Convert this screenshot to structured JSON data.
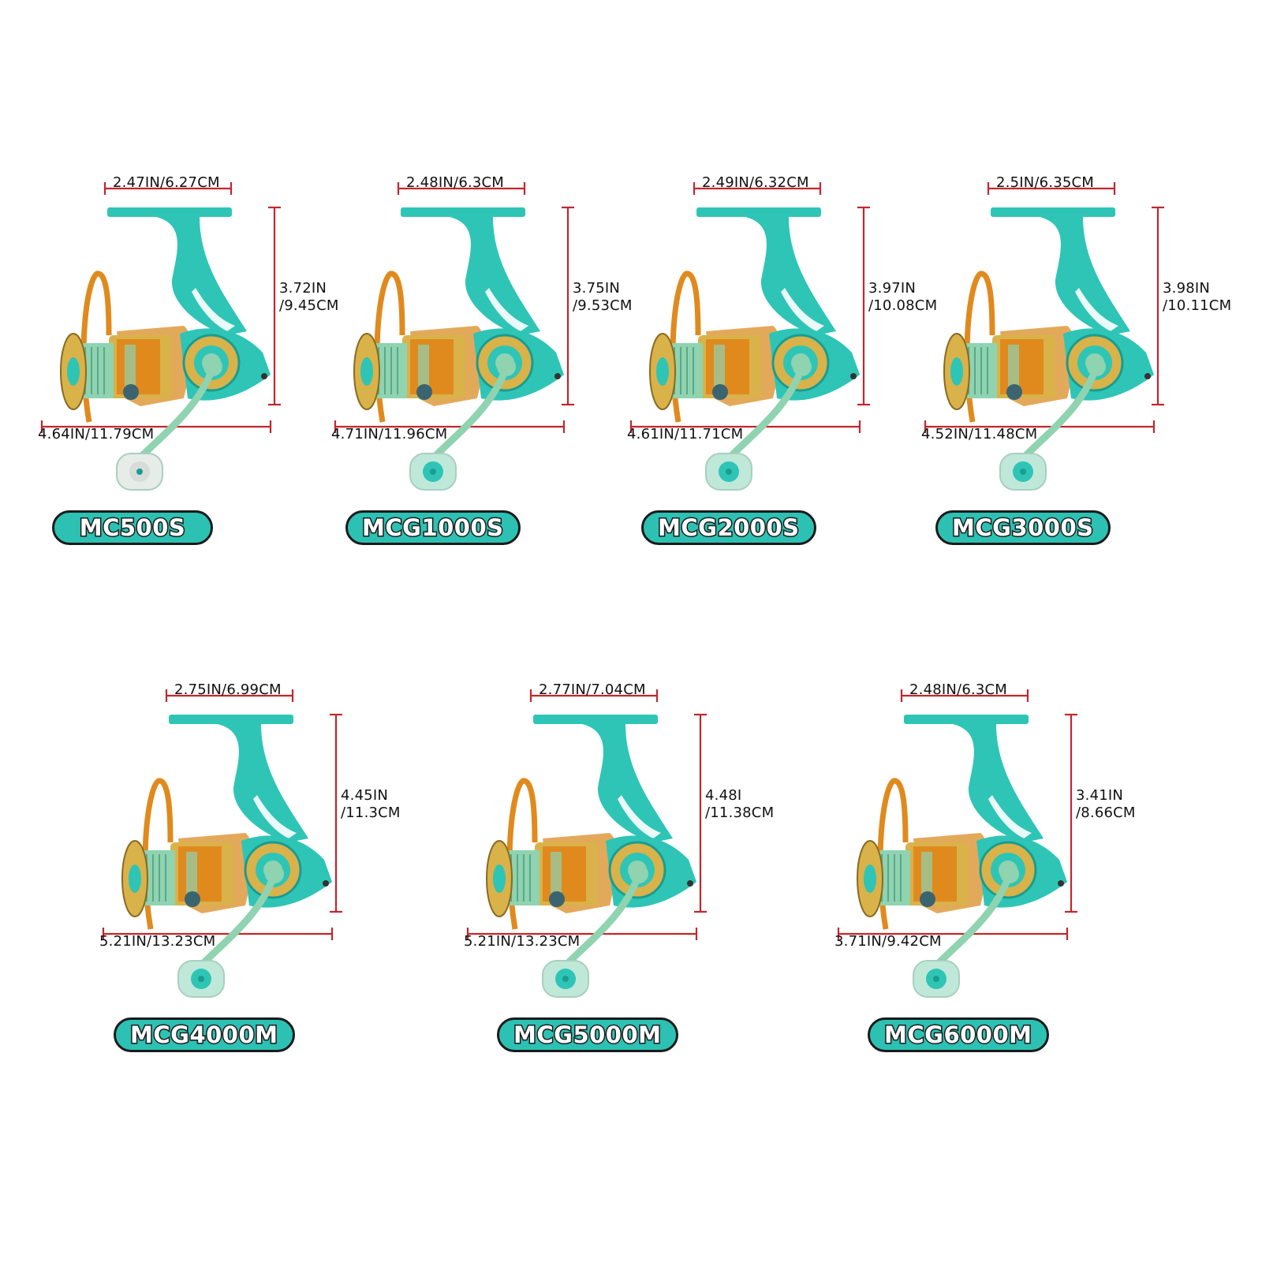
{
  "colors": {
    "teal": "#2ec5b6",
    "teal_dark": "#1a9c90",
    "tan": "#e3a95a",
    "orange": "#e08a1e",
    "gold": "#d9b24a",
    "mint": "#8fd3b0",
    "knob_clear": "#e6ece8",
    "knob_mint": "#bfe8d9",
    "dimension_line": "#c1272d",
    "badge_fill": "#2cc1b3",
    "badge_stroke": "#1a1a1a"
  },
  "icons": [
    "spinning-reel-icon"
  ],
  "reels": [
    {
      "model": "MC500S",
      "width_label": "2.47IN/6.27CM",
      "height_line1": "3.72IN",
      "height_line2": "/9.45CM",
      "length_label": "4.64IN/11.79CM",
      "knob": "clear"
    },
    {
      "model": "MCG1000S",
      "width_label": "2.48IN/6.3CM",
      "height_line1": "3.75IN",
      "height_line2": "/9.53CM",
      "length_label": "4.71IN/11.96CM",
      "knob": "mint"
    },
    {
      "model": "MCG2000S",
      "width_label": "2.49IN/6.32CM",
      "height_line1": "3.97IN",
      "height_line2": "/10.08CM",
      "length_label": "4.61IN/11.71CM",
      "knob": "mint"
    },
    {
      "model": "MCG3000S",
      "width_label": "2.5IN/6.35CM",
      "height_line1": "3.98IN",
      "height_line2": "/10.11CM",
      "length_label": "4.52IN/11.48CM",
      "knob": "mint"
    },
    {
      "model": "MCG4000M",
      "width_label": "2.75IN/6.99CM",
      "height_line1": "4.45IN",
      "height_line2": "/11.3CM",
      "length_label": "5.21IN/13.23CM",
      "knob": "mint"
    },
    {
      "model": "MCG5000M",
      "width_label": "2.77IN/7.04CM",
      "height_line1": "4.48I",
      "height_line2": "/11.38CM",
      "length_label": "5.21IN/13.23CM",
      "knob": "mint"
    },
    {
      "model": "MCG6000M",
      "width_label": "2.48IN/6.3CM",
      "height_line1": "3.41IN",
      "height_line2": "/8.66CM",
      "length_label": "3.71IN/9.42CM",
      "knob": "mint"
    }
  ]
}
